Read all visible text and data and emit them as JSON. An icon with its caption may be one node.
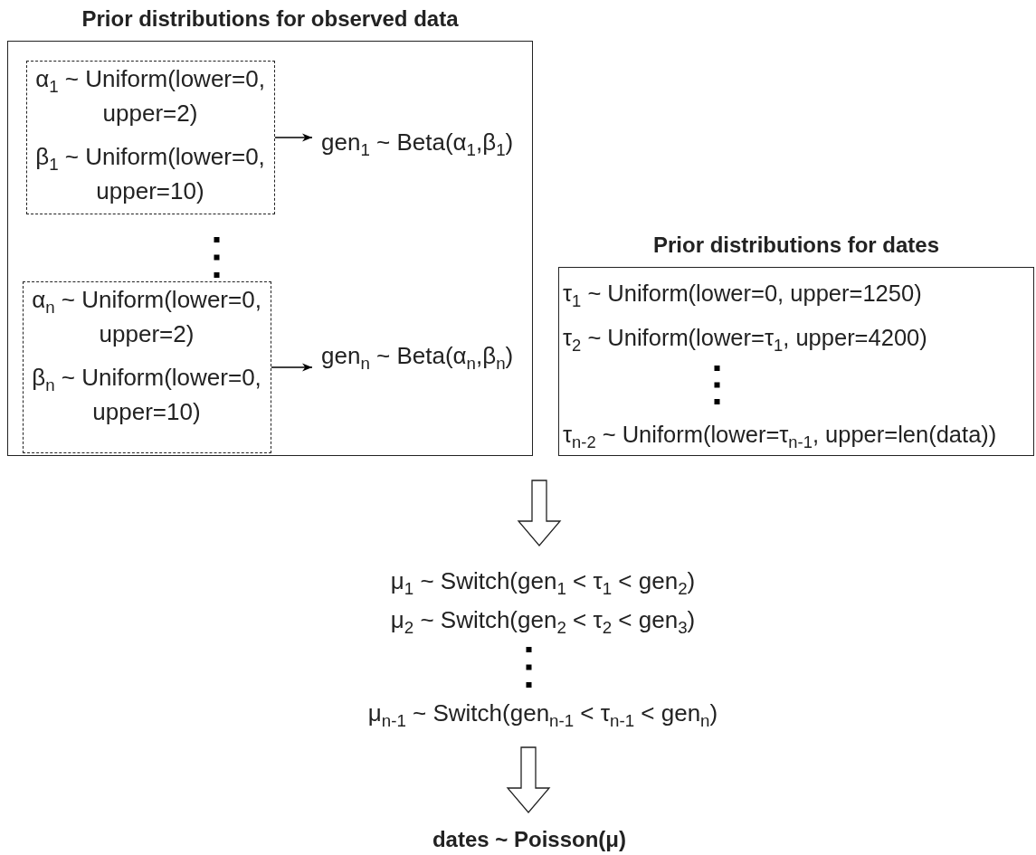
{
  "diagram": {
    "nodes": [
      {
        "text": [
          "Prior distributions for observed data"
        ]
      },
      {
        "text": [
          "α$_{1}$ ~ Uniform(lower=0, upper=2)",
          "β$_{1}$ ~ Uniform(lower=0, upper=10)"
        ],
        "in": 0
      },
      {
        "text": [
          "gen$_{1}$ ~ Beta(α$_{1}$,β$_{1}$)"
        ],
        "in": 0
      },
      {
        "text": [
          "α$_{n}$ ~ Uniform(lower=0, upper=2)",
          "β$_{n}$ ~ Uniform(lower=0, upper=10)"
        ],
        "in": 0
      },
      {
        "text": [
          "gen$_{n}$ ~ Beta(α$_{n}$,β$_{n}$)"
        ],
        "in": 0
      },
      {
        "text": [
          "Prior distributions for dates",
          "τ$_{1}$ ~ Uniform(lower=0, upper=1250)",
          "τ$_{2}$ ~ Uniform(lower=τ$_{1}$, upper=4200)",
          "τ$_{n-2}$ ~ Uniform(lower=τ$_{n-1}$, upper=len(data))"
        ]
      },
      {
        "text": [
          "μ$_{1}$ ~ Switch(gen$_{1}$ < τ$_{1}$ < gen$_{2}$)",
          "μ$_{2}$ ~ Switch(gen$_{2}$ < τ$_{2}$ < gen$_{3}$)",
          "μ$_{n-1}$ ~ Switch(gen$_{n-1}$ < τ$_{n-1}$ < gen$_{n}$)"
        ]
      },
      {
        "text": [
          "dates ~ Poisson(μ)"
        ]
      }
    ],
    "edges": [
      {
        "from": 1,
        "to": 2,
        "arrow": "to"
      },
      {
        "from": 3,
        "to": 4,
        "arrow": "to"
      },
      {
        "from": null,
        "to": 6,
        "arrow": "to",
        "style": "thick"
      },
      {
        "from": 6,
        "to": 7,
        "arrow": "to",
        "style": "thick"
      }
    ]
  }
}
